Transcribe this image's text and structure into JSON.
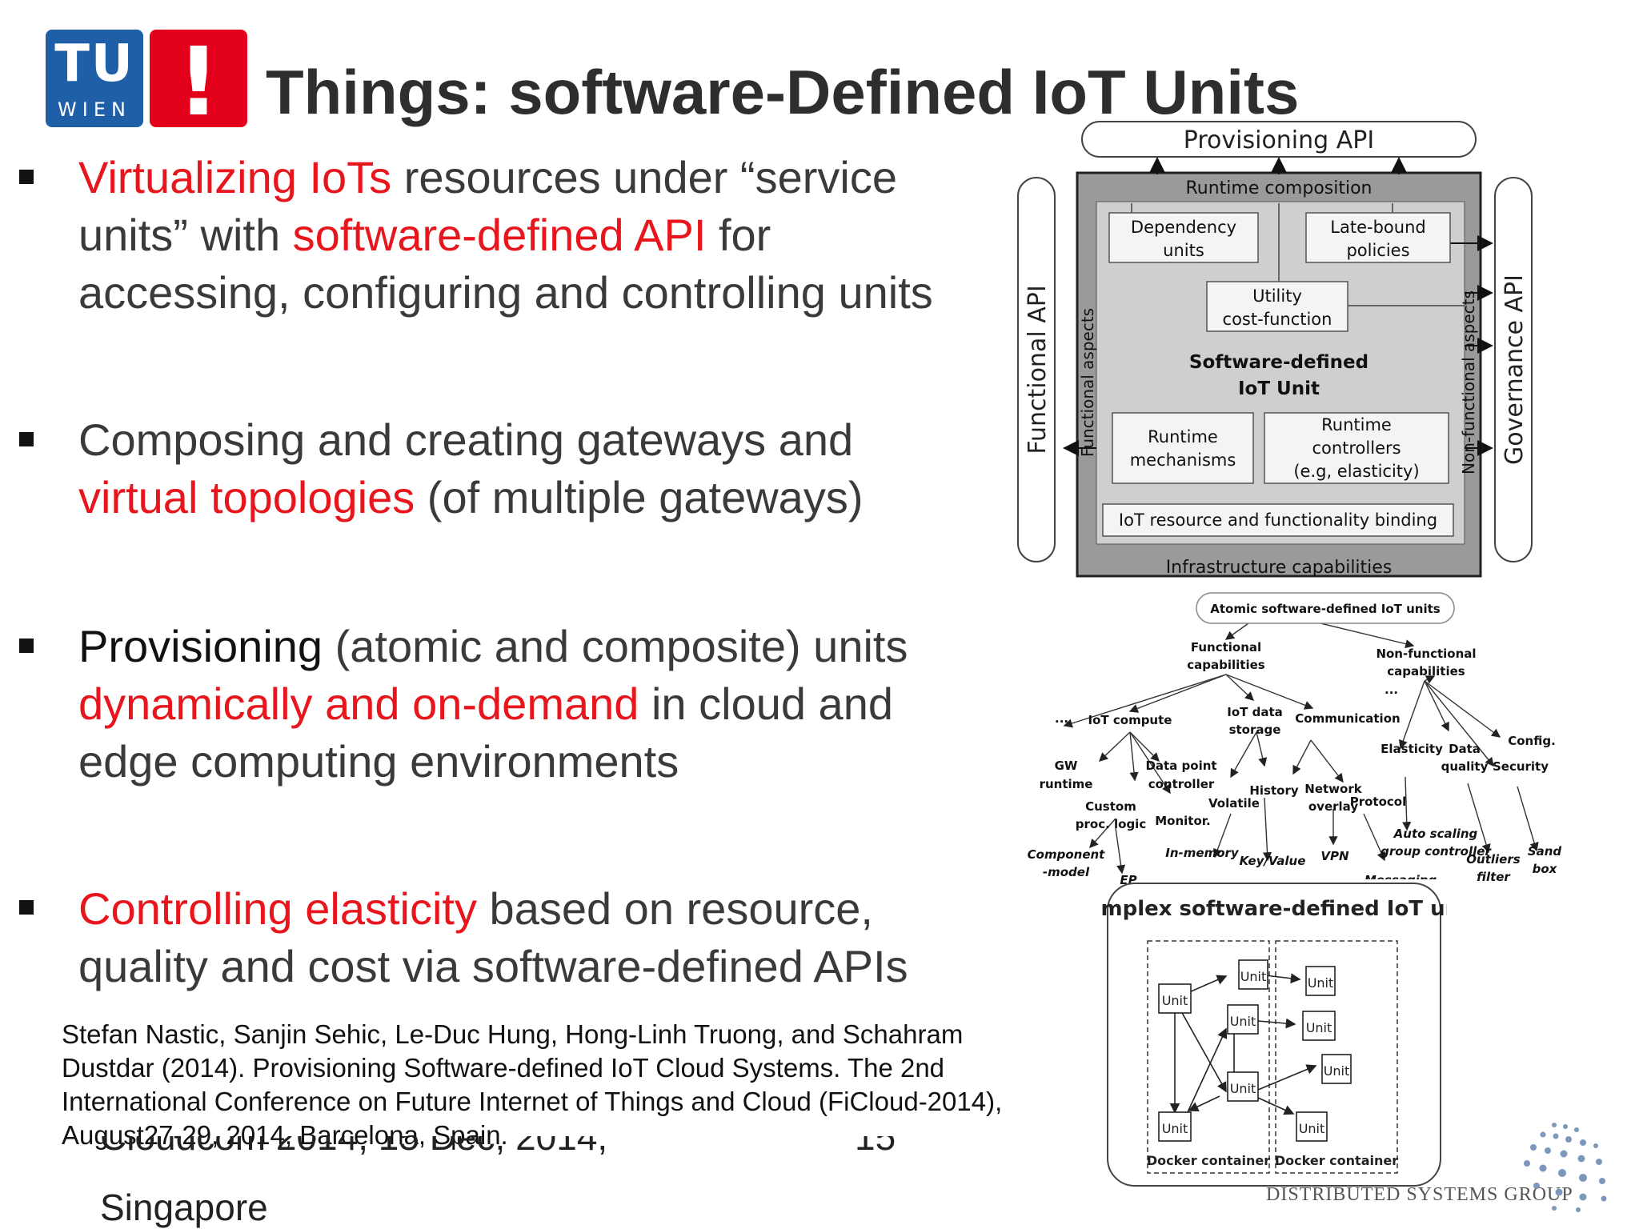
{
  "logo": {
    "tu": "TU",
    "wien": "WIEN",
    "mark": "!"
  },
  "title": "Things: software-Defined IoT Units",
  "bullets": [
    {
      "lines": [
        [
          {
            "t": "Virtualizing IoTs",
            "red": true
          },
          {
            "t": " resources under “service"
          }
        ],
        [
          {
            "t": "units” with  "
          },
          {
            "t": "software-defined API",
            "red": true
          },
          {
            "t": " for"
          }
        ],
        [
          {
            "t": "accessing, configuring and controlling units"
          }
        ]
      ]
    },
    {
      "lines": [
        [
          {
            "t": "Composing and  creating gateways and"
          }
        ],
        [
          {
            "t": "virtual topologies",
            "red": true
          },
          {
            "t": " (of multiple gateways)"
          }
        ]
      ]
    },
    {
      "lines": [
        [
          {
            "t": "Provisioning",
            "dark": true
          },
          {
            "t": " (atomic and composite) units"
          }
        ],
        [
          {
            "t": "dynamically and on-demand",
            "red": true
          },
          {
            "t": " in cloud and"
          }
        ],
        [
          {
            "t": "edge computing environments"
          }
        ]
      ]
    },
    {
      "lines": [
        [
          {
            "t": "Controlling elasticity",
            "red": true
          },
          {
            "t": "  based on resource,"
          }
        ],
        [
          {
            "t": "quality and cost via software-defined APIs"
          }
        ]
      ]
    }
  ],
  "citation": "Stefan Nastic, Sanjin Sehic, Le-Duc Hung, Hong-Linh Truong, and Schahram Dustdar (2014). Provisioning Software-defined IoT Cloud Systems. The 2nd International Conference on Future Internet of Things and Cloud (FiCloud-2014), August27-29, 2014, Barcelona, Spain.",
  "footer": {
    "event_partial": "Cloudcom 2014, 15 Dec, 2014,",
    "page_partial": "15",
    "location": "Singapore",
    "group": "DISTRIBUTED SYSTEMS GROUP"
  },
  "diagram1": {
    "provisioning_api": "Provisioning API",
    "functional_api": "Functional API",
    "governance_api": "Governance API",
    "runtime_composition": "Runtime composition",
    "functional_aspects": "Functional aspects",
    "nonfunctional_aspects": "Non-functional aspects",
    "dependency_units": [
      "Dependency",
      "units"
    ],
    "latebound": [
      "Late-bound",
      "policies"
    ],
    "utility": [
      "Utility",
      "cost-function"
    ],
    "center": [
      "Software-defined",
      "IoT Unit"
    ],
    "runtime_mech": [
      "Runtime",
      "mechanisms"
    ],
    "runtime_ctrl": [
      "Runtime",
      "controllers",
      "(e.g, elasticity)"
    ],
    "binding": "IoT resource and functionality binding",
    "infra": "Infrastructure capabilities"
  },
  "diagram2": {
    "root": "Atomic software-defined IoT units",
    "functional": [
      "Functional",
      "capabilities"
    ],
    "nonfunctional": [
      "Non-functional",
      "capabilities"
    ],
    "ellipsis": "...",
    "iot_compute": "IoT compute",
    "iot_data": [
      "IoT data",
      "storage"
    ],
    "communication": "Communication",
    "elasticity": "Elasticity",
    "data_quality": [
      "Data",
      "quality"
    ],
    "config": "Config.",
    "security": "Security",
    "gw": [
      "GW",
      "runtime"
    ],
    "data_point": [
      "Data point",
      "controller"
    ],
    "custom": [
      "Custom",
      "proc. logic"
    ],
    "monitor": "Monitor.",
    "volatile": "Volatile",
    "history": "History",
    "network": [
      "Network",
      "overlay"
    ],
    "protocol": "Protocol",
    "auto_scaling": [
      "Auto scaling",
      "group controller"
    ],
    "component": [
      "Component",
      "-model"
    ],
    "ep": "EP",
    "in_memory": "In-memory",
    "keyvalue": "Key/Value",
    "vpn": "VPN",
    "messaging": "Messaging",
    "outliers": [
      "Outliers",
      "filter"
    ],
    "sandbox": [
      "Sand",
      "box"
    ]
  },
  "diagram3": {
    "title": "Complex software-defined IoT unit",
    "unit": "Unit",
    "docker": "Docker container"
  }
}
